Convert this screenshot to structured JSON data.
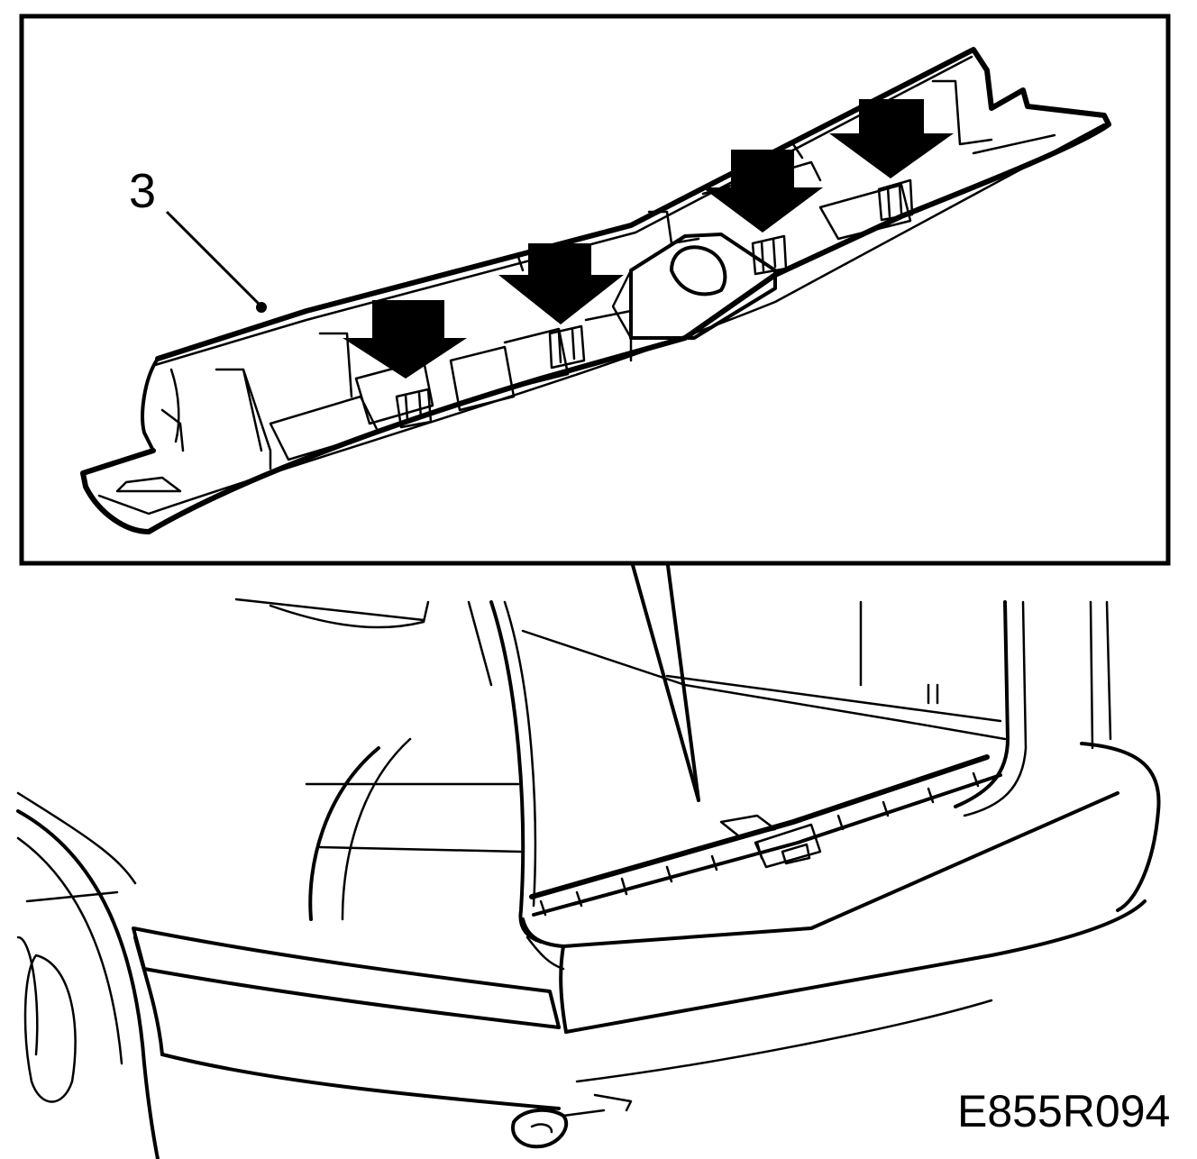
{
  "figure": {
    "callout_number": "3",
    "figure_code": "E855R094",
    "line_color": "#000000",
    "background_color": "#ffffff",
    "arrow_count": 4
  }
}
